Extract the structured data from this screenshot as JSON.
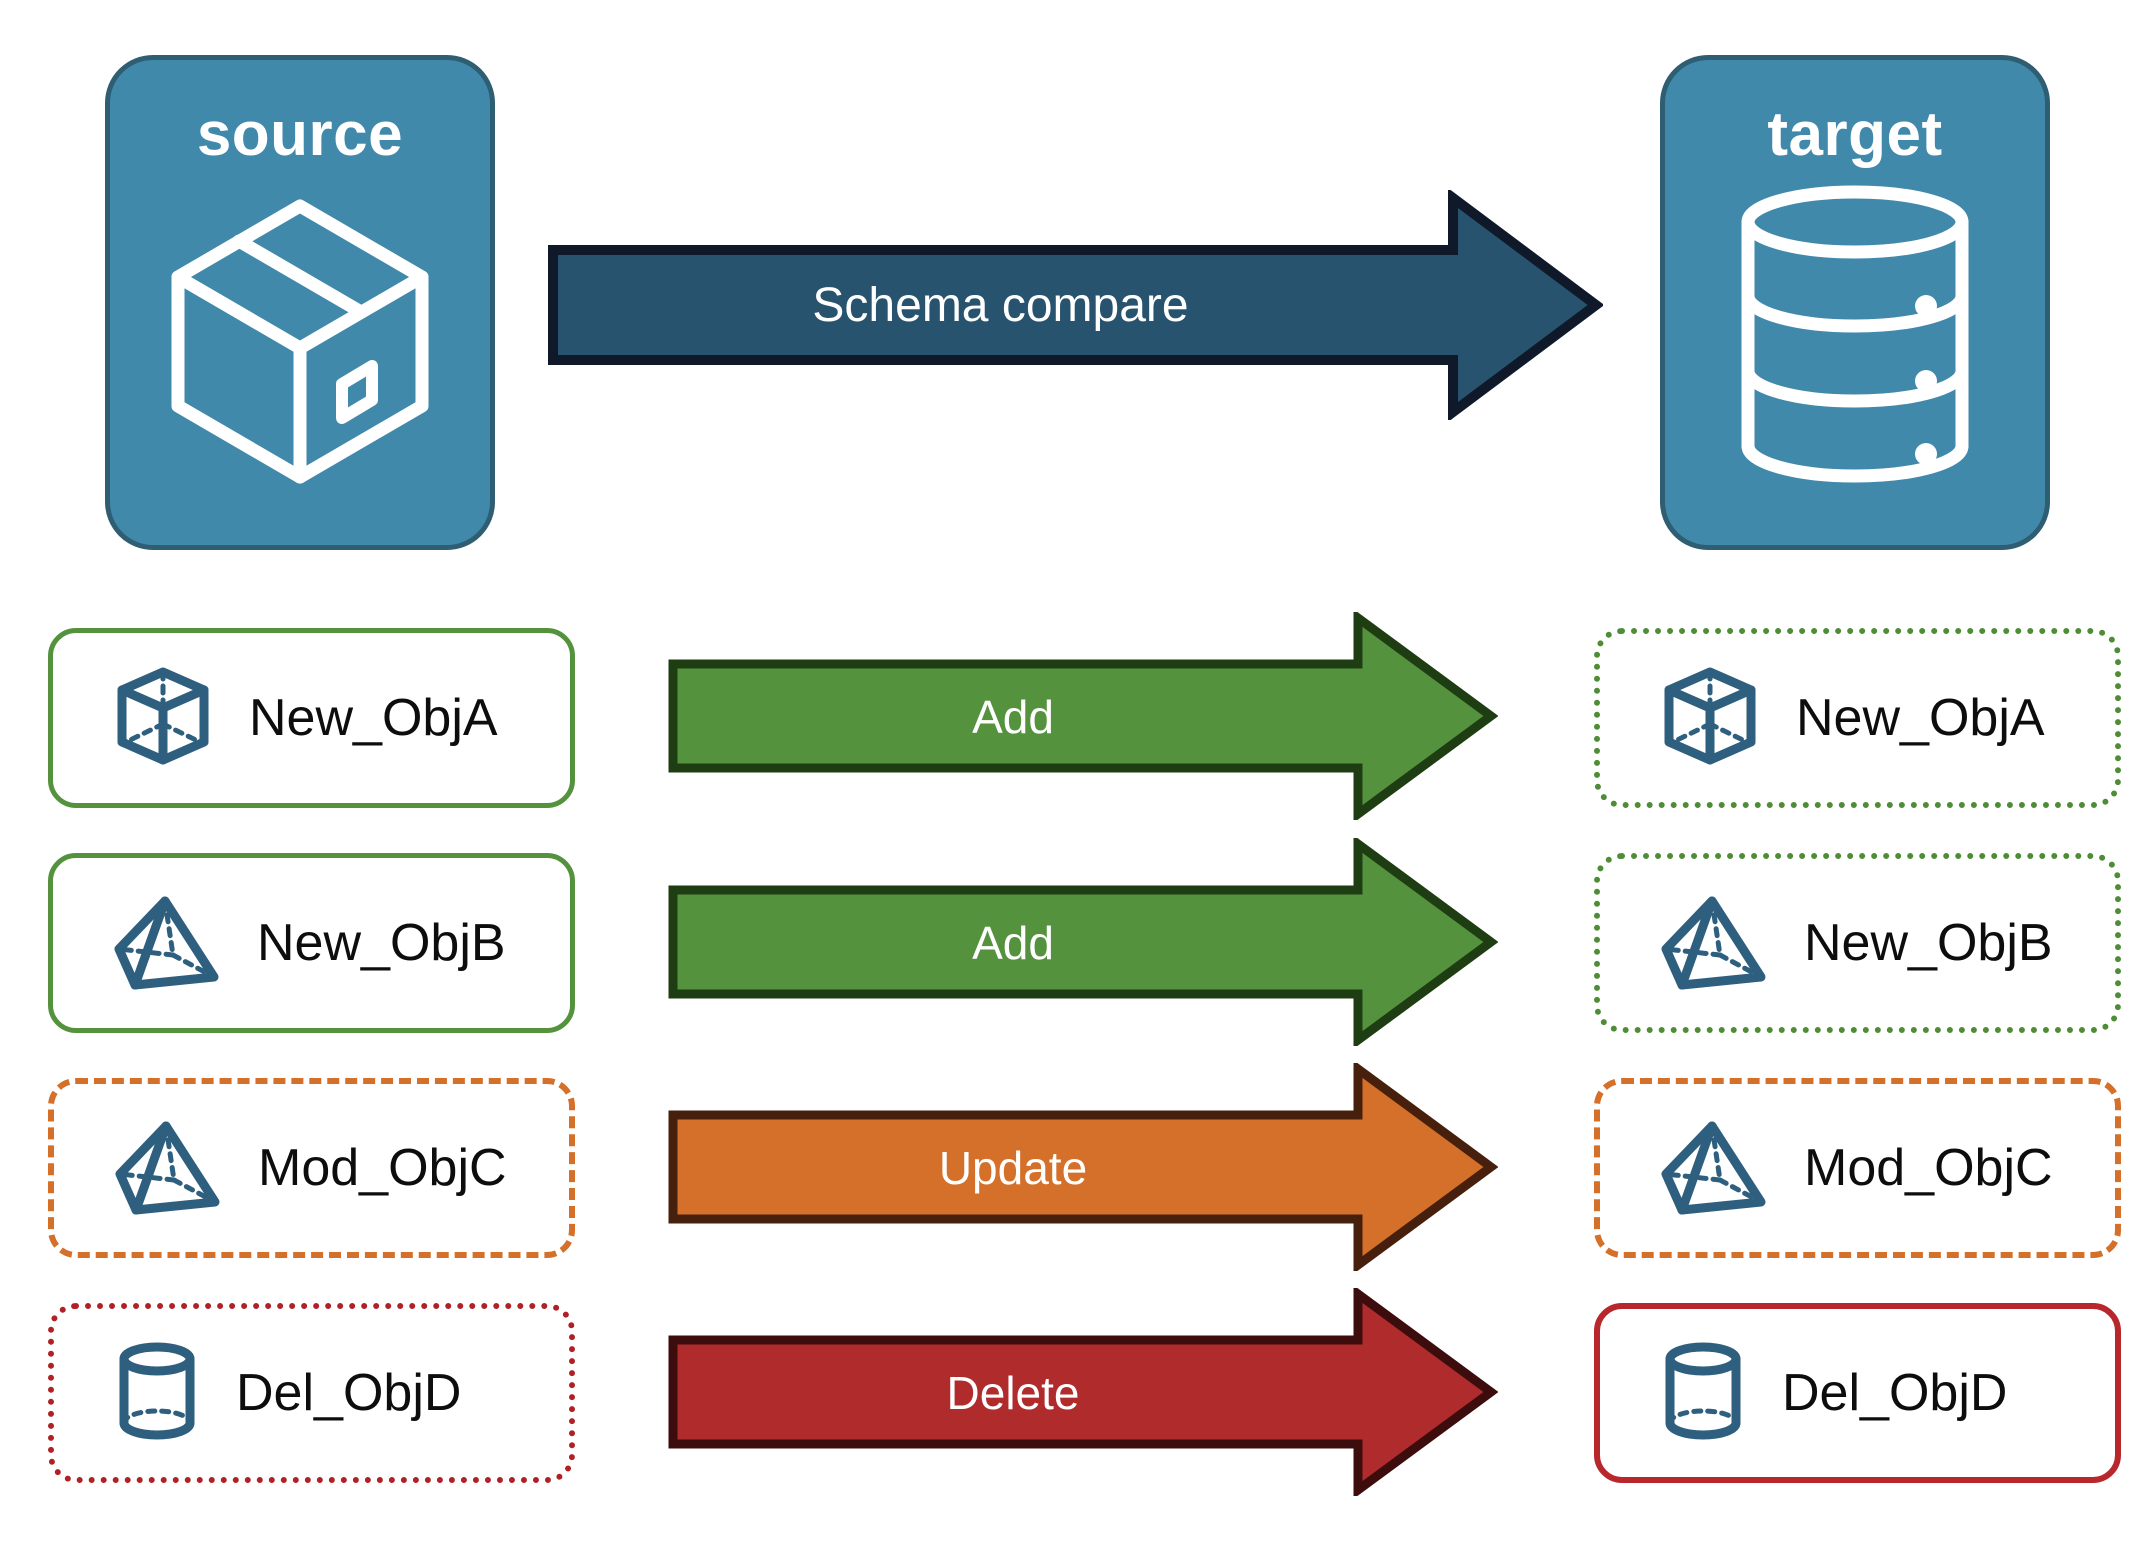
{
  "diagram": {
    "title": "Schema compare",
    "endpoints": [
      {
        "id": "source",
        "label": "source",
        "icon": "package-box-icon",
        "side": "left"
      },
      {
        "id": "target",
        "label": "target",
        "icon": "database-cylinder-icon",
        "side": "right"
      }
    ],
    "main_arrow": {
      "label": "Schema compare",
      "fill": "#27536f",
      "stroke": "#10192a"
    },
    "rows": [
      {
        "action": "Add",
        "arrow_fill": "#54923e",
        "arrow_stroke": "#1f3d12",
        "source": {
          "label": "New_ObjA",
          "icon": "wireframe-cube-icon",
          "border": "green-solid"
        },
        "target": {
          "label": "New_ObjA",
          "icon": "wireframe-cube-icon",
          "border": "green-dotted"
        }
      },
      {
        "action": "Add",
        "arrow_fill": "#54923e",
        "arrow_stroke": "#1f3d12",
        "source": {
          "label": "New_ObjB",
          "icon": "wireframe-pyramid-icon",
          "border": "green-solid"
        },
        "target": {
          "label": "New_ObjB",
          "icon": "wireframe-pyramid-icon",
          "border": "green-dotted"
        }
      },
      {
        "action": "Update",
        "arrow_fill": "#d4702a",
        "arrow_stroke": "#46200d",
        "source": {
          "label": "Mod_ObjC",
          "icon": "wireframe-pyramid-icon",
          "border": "orange-dash"
        },
        "target": {
          "label": "Mod_ObjC",
          "icon": "wireframe-pyramid-icon",
          "border": "orange-dash"
        }
      },
      {
        "action": "Delete",
        "arrow_fill": "#b02b2c",
        "arrow_stroke": "#3d0d0d",
        "source": {
          "label": "Del_ObjD",
          "icon": "wireframe-cylinder-icon",
          "border": "red-dotted"
        },
        "target": {
          "label": "Del_ObjD",
          "icon": "wireframe-cylinder-icon",
          "border": "red-solid"
        }
      }
    ],
    "colors": {
      "endpoint_fill": "#4189ab",
      "endpoint_stroke": "#2f5d72",
      "icon_blue": "#2e5f7f",
      "green": "#54923e",
      "orange": "#d4702a",
      "red": "#b02b2c",
      "navy": "#27536f"
    }
  }
}
